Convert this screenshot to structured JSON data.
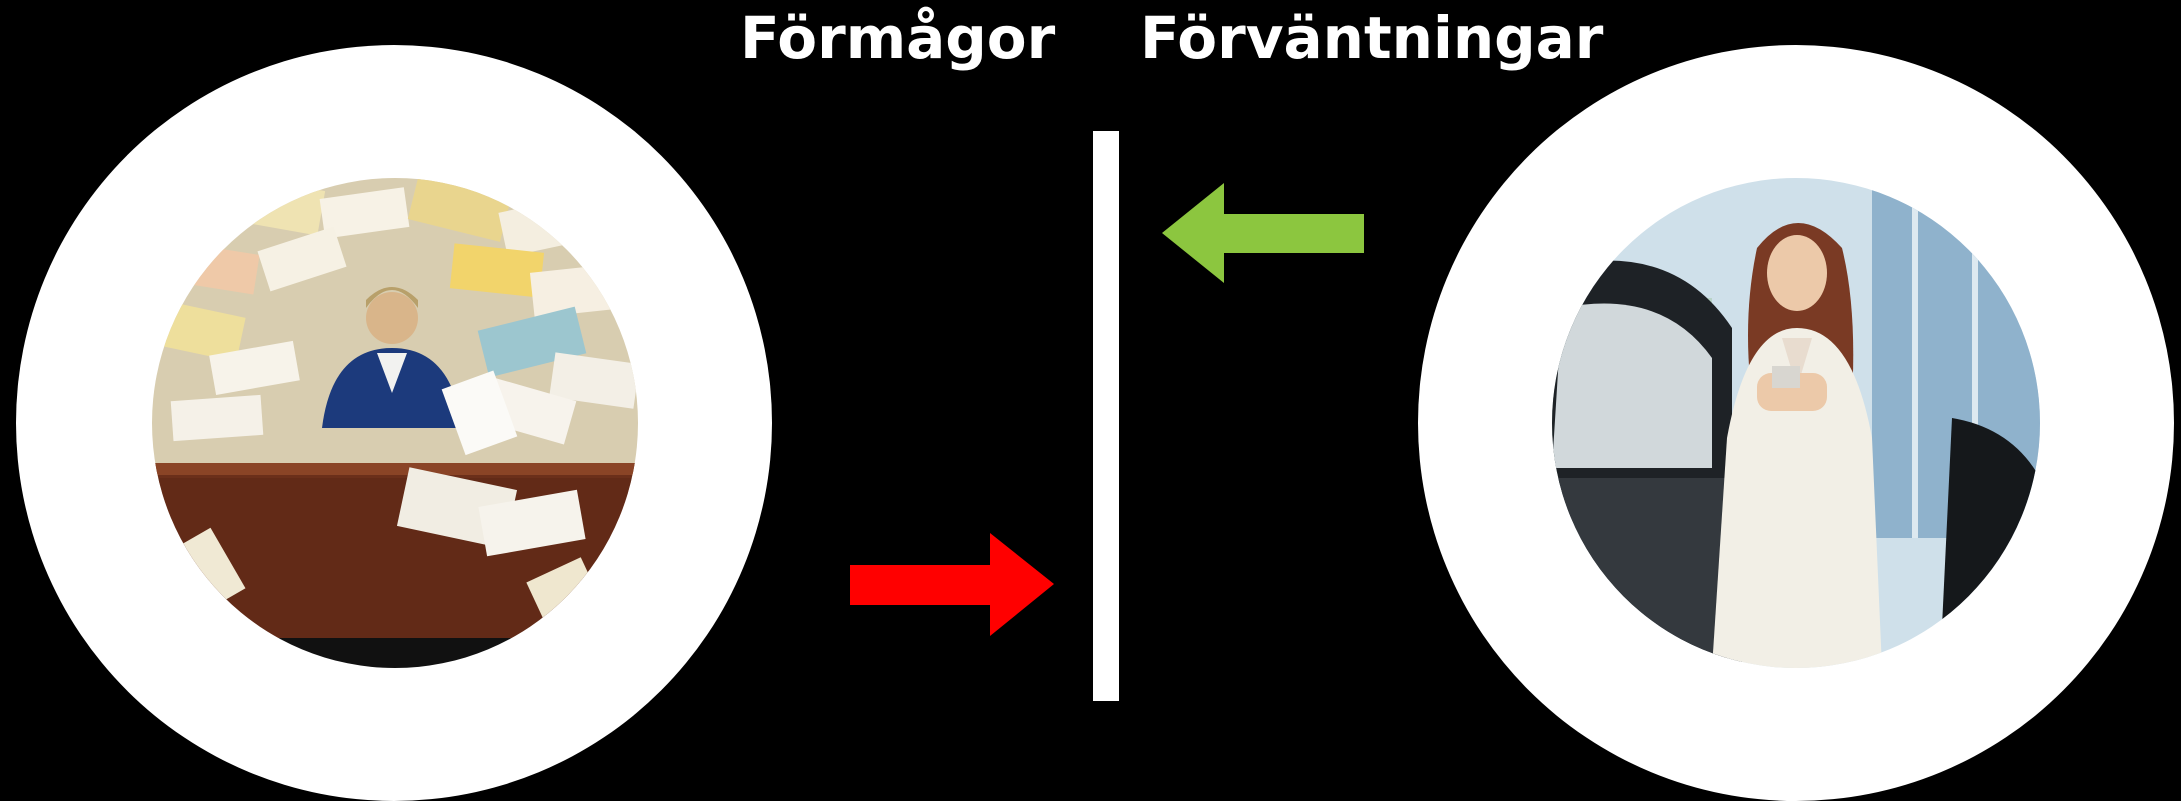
{
  "headings": {
    "left": "Förmågor",
    "right": "Förväntningar"
  },
  "colors": {
    "background": "#000000",
    "ring": "#ffffff",
    "divider": "#ffffff",
    "arrow_right": "#ff0000",
    "arrow_left": "#8cc63f"
  },
  "images": {
    "left": "overwhelmed-office-worker-photo",
    "right": "businesswoman-with-phone-photo"
  },
  "icons": {
    "arrow_right": "arrow-right-icon",
    "arrow_left": "arrow-left-icon"
  }
}
